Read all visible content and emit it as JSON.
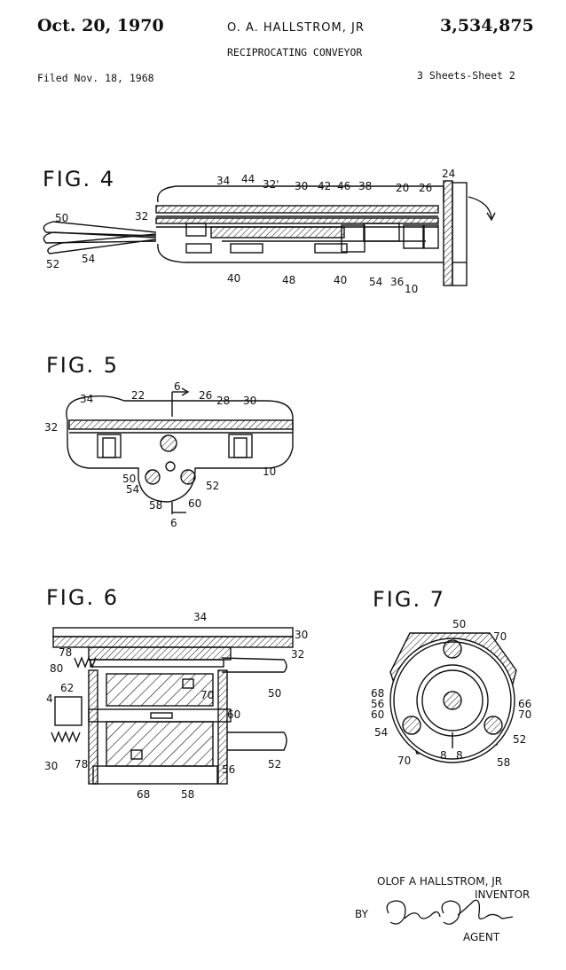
{
  "header": {
    "date": "Oct. 20, 1970",
    "inventor": "O. A. HALLSTROM, JR",
    "patent_number": "3,534,875",
    "title": "RECIPROCATING CONVEYOR",
    "filed": "Filed Nov. 18, 1968",
    "sheets": "3 Sheets-Sheet 2"
  },
  "figures": {
    "fig4": {
      "label": "FIG. 4",
      "refs": [
        "34",
        "44",
        "32'",
        "30",
        "42",
        "46",
        "38",
        "20",
        "26",
        "24",
        "50",
        "32",
        "52",
        "54",
        "40",
        "48",
        "40",
        "54",
        "36",
        "10"
      ]
    },
    "fig5": {
      "label": "FIG. 5",
      "refs": [
        "6",
        "34",
        "22",
        "26",
        "28",
        "30",
        "32",
        "50",
        "54",
        "52",
        "58",
        "60",
        "10",
        "6"
      ]
    },
    "fig6": {
      "label": "FIG. 6",
      "refs": [
        "34",
        "30",
        "32",
        "78",
        "80",
        "62",
        "4",
        "70",
        "50",
        "60",
        "30",
        "78",
        "56",
        "52",
        "68",
        "58"
      ]
    },
    "fig7": {
      "label": "FIG. 7",
      "refs": [
        "50",
        "70",
        "68",
        "56",
        "60",
        "66",
        "70",
        "54",
        "52",
        "70",
        "8",
        "8",
        "58"
      ]
    }
  },
  "signature": {
    "inventor_name": "OLOF A HALLSTROM, JR",
    "inventor_role": "INVENTOR",
    "by": "BY",
    "agent_role": "AGENT"
  }
}
